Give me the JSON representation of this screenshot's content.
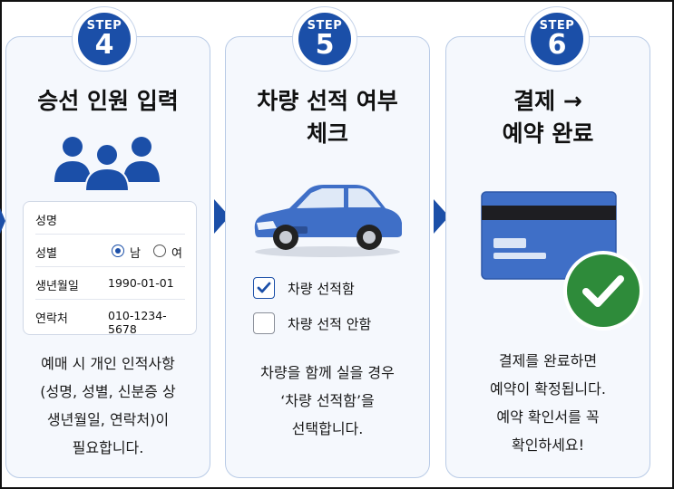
{
  "steps": [
    {
      "step_word": "STEP",
      "number": "4",
      "title_lines": [
        "승선 인원 입력"
      ],
      "form": {
        "name_label": "성명",
        "gender_label": "성별",
        "gender_options": [
          "남",
          "여"
        ],
        "gender_selected": "남",
        "birth_label": "생년월일",
        "birth_value": "1990-01-01",
        "phone_label": "연락처",
        "phone_value": "010-1234-5678"
      },
      "desc_lines": [
        "예매 시 개인 인적사항",
        "(성명, 성별, 신분증 상",
        "생년월일, 연락처)이",
        "필요합니다."
      ]
    },
    {
      "step_word": "STEP",
      "number": "5",
      "title_lines": [
        "차량 선적 여부",
        "체크"
      ],
      "options": [
        {
          "label": "차량 선적함",
          "checked": true
        },
        {
          "label": "차량 선적 안함",
          "checked": false
        }
      ],
      "desc_lines": [
        "차량을 함께 실을 경우",
        "‘차량 선적함’을",
        "선택합니다."
      ]
    },
    {
      "step_word": "STEP",
      "number": "6",
      "title_lines": [
        "결제 →",
        "예약 완료"
      ],
      "desc_lines": [
        "결제를 완료하면",
        "예약이 확정됩니다.",
        "예약 확인서를 꼭",
        "확인하세요!"
      ]
    }
  ],
  "icons": [
    "people-icon",
    "car-icon",
    "credit-card-icon",
    "check-circle-icon",
    "arrow-right-icon"
  ],
  "colors": {
    "accent": "#1b4fa8",
    "panel_bg": "#f5f8fd",
    "panel_border": "#b9cbe6",
    "success": "#2e8b3a",
    "car": "#3f6fc7"
  }
}
